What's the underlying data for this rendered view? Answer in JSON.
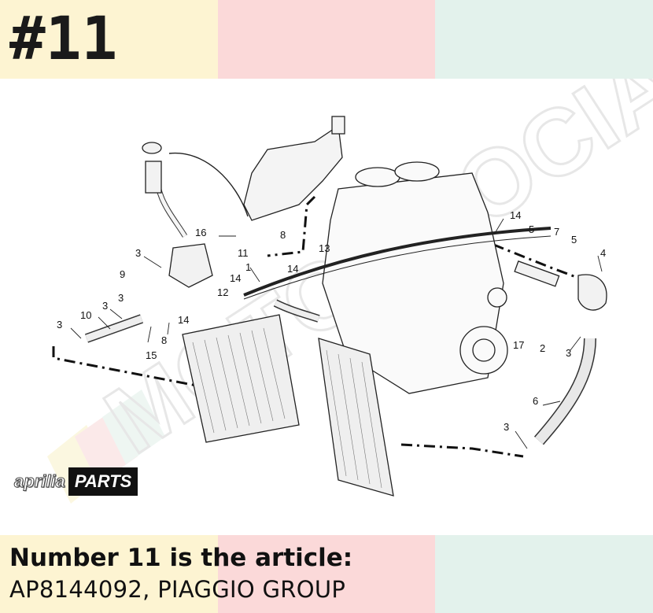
{
  "header": {
    "title": "#11"
  },
  "diagram": {
    "callouts": [
      "3",
      "9",
      "3",
      "3",
      "10",
      "3",
      "15",
      "8",
      "14",
      "12",
      "14",
      "1",
      "11",
      "16",
      "8",
      "13",
      "14",
      "14",
      "5",
      "7",
      "5",
      "4",
      "17",
      "2",
      "3",
      "6",
      "3"
    ]
  },
  "logo": {
    "brand": "aprilia",
    "badge": "PARTS"
  },
  "watermark": {
    "text": "MOTOCROCIA"
  },
  "caption": {
    "line1": "Number 11 is the article:",
    "line2": "AP8144092, PIAGGIO GROUP"
  },
  "colors": {
    "band_yellow": "#fdf4d2",
    "band_pink": "#fbd9d9",
    "band_green": "#e3f2ec"
  }
}
